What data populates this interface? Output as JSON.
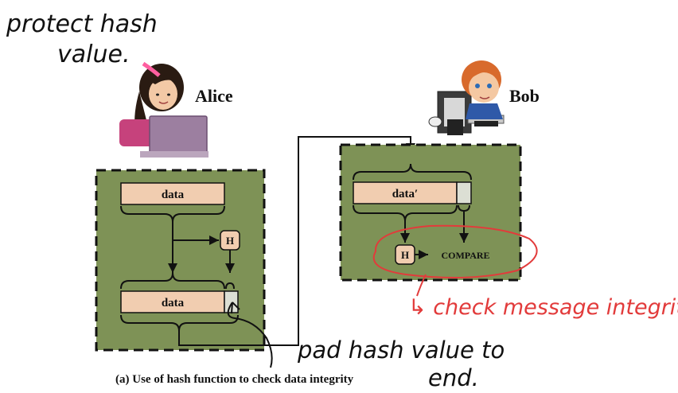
{
  "people": {
    "alice": {
      "name": "Alice",
      "icon": "girl-with-laptop-icon"
    },
    "bob": {
      "name": "Bob",
      "icon": "boy-at-computer-icon"
    }
  },
  "sender": {
    "data_top": "data",
    "hash_label": "H",
    "data_bottom": "data"
  },
  "receiver": {
    "data_received": "data′",
    "hash_label": "H",
    "compare_label": "COMPARE"
  },
  "caption": "(a) Use of hash function to check data integrity",
  "annotations": {
    "protect_line1": "protect hash",
    "protect_line2": "value.",
    "check_integrity": "↳ check message integrit",
    "pad_line1": "pad hash value to",
    "pad_line2": "end."
  },
  "colors": {
    "box_fill": "#7e9256",
    "data_fill": "#f1cdb0",
    "hash_fill": "#dcdfd4",
    "ink_black": "#111111",
    "ink_red": "#e23b3b"
  }
}
